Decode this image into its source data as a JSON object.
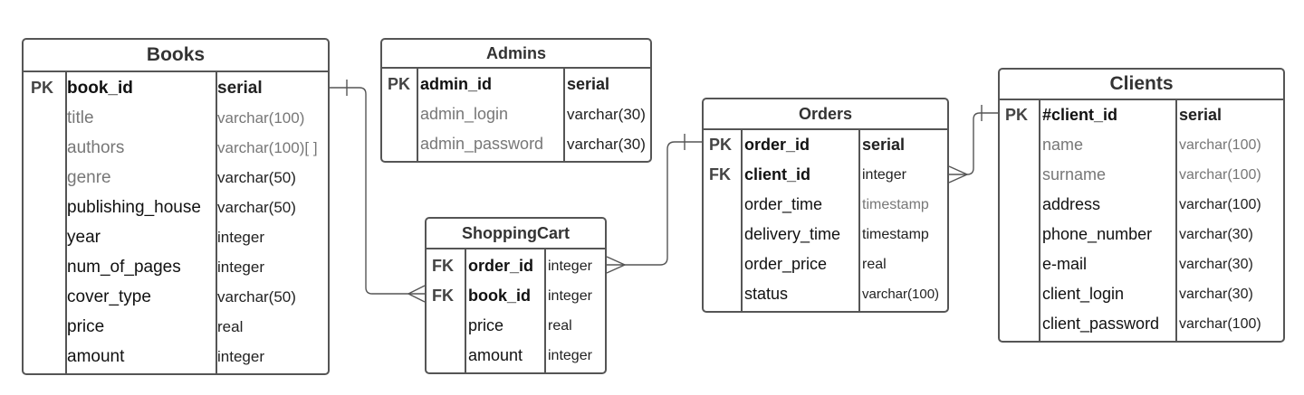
{
  "entities": {
    "books": {
      "title": "Books",
      "rows": [
        {
          "key": "PK",
          "name": "book_id",
          "type": "serial"
        },
        {
          "key": "",
          "name": "title",
          "type": "varchar(100)"
        },
        {
          "key": "",
          "name": "authors",
          "type": "varchar(100)[ ]"
        },
        {
          "key": "",
          "name": "genre",
          "type": "varchar(50)"
        },
        {
          "key": "",
          "name": "publishing_house",
          "type": "varchar(50)"
        },
        {
          "key": "",
          "name": "year",
          "type": "integer"
        },
        {
          "key": "",
          "name": "num_of_pages",
          "type": "integer"
        },
        {
          "key": "",
          "name": "cover_type",
          "type": "varchar(50)"
        },
        {
          "key": "",
          "name": "price",
          "type": "real"
        },
        {
          "key": "",
          "name": "amount",
          "type": "integer"
        }
      ]
    },
    "admins": {
      "title": "Admins",
      "rows": [
        {
          "key": "PK",
          "name": "admin_id",
          "type": "serial"
        },
        {
          "key": "",
          "name": "admin_login",
          "type": "varchar(30)"
        },
        {
          "key": "",
          "name": "admin_password",
          "type": "varchar(30)"
        }
      ]
    },
    "shopping_cart": {
      "title": "ShoppingCart",
      "rows": [
        {
          "key": "FK",
          "name": "order_id",
          "type": "integer"
        },
        {
          "key": "FK",
          "name": "book_id",
          "type": "integer"
        },
        {
          "key": "",
          "name": "price",
          "type": "real"
        },
        {
          "key": "",
          "name": "amount",
          "type": "integer"
        }
      ]
    },
    "orders": {
      "title": "Orders",
      "rows": [
        {
          "key": "PK",
          "name": "order_id",
          "type": "serial"
        },
        {
          "key": "FK",
          "name": "client_id",
          "type": "integer"
        },
        {
          "key": "",
          "name": "order_time",
          "type": "timestamp"
        },
        {
          "key": "",
          "name": "delivery_time",
          "type": "timestamp"
        },
        {
          "key": "",
          "name": "order_price",
          "type": "real"
        },
        {
          "key": "",
          "name": "status",
          "type": "varchar(100)"
        }
      ]
    },
    "clients": {
      "title": "Clients",
      "rows": [
        {
          "key": "PK",
          "name": "#client_id",
          "type": "serial"
        },
        {
          "key": "",
          "name": "name",
          "type": "varchar(100)"
        },
        {
          "key": "",
          "name": "surname",
          "type": "varchar(100)"
        },
        {
          "key": "",
          "name": "address",
          "type": "varchar(100)"
        },
        {
          "key": "",
          "name": "phone_number",
          "type": "varchar(30)"
        },
        {
          "key": "",
          "name": "e-mail",
          "type": "varchar(30)"
        },
        {
          "key": "",
          "name": "client_login",
          "type": "varchar(30)"
        },
        {
          "key": "",
          "name": "client_password",
          "type": "varchar(100)"
        }
      ]
    }
  },
  "relationships": [
    {
      "from": "books",
      "to": "shopping_cart",
      "from_end": "one",
      "to_end": "many"
    },
    {
      "from": "orders",
      "to": "shopping_cart",
      "from_end": "one",
      "to_end": "many"
    },
    {
      "from": "clients",
      "to": "orders",
      "from_end": "one",
      "to_end": "many"
    }
  ],
  "colors": {
    "border": "#555555",
    "text": "#222222",
    "muted": "#777777"
  }
}
